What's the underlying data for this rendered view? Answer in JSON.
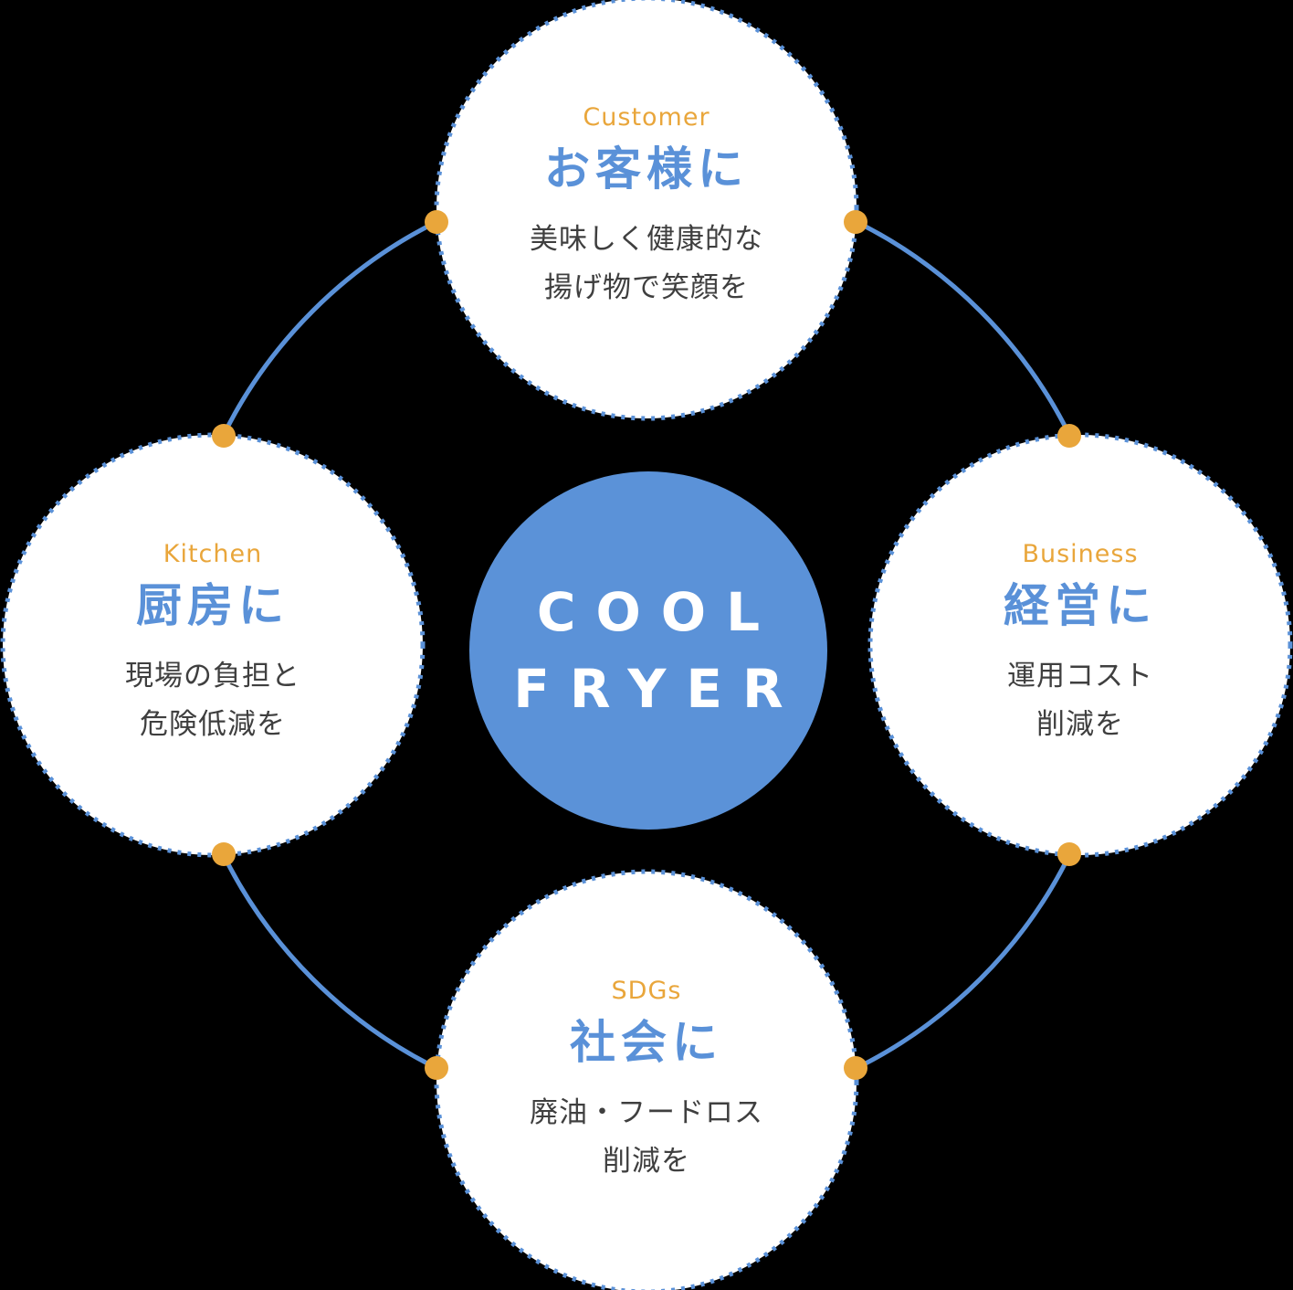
{
  "center": {
    "line1": "COOL",
    "line2": "FRYER"
  },
  "nodes": {
    "top": {
      "label": "Customer",
      "title": "お客様に",
      "body_line1": "美味しく健康的な",
      "body_line2": "揚げ物で笑顔を"
    },
    "right": {
      "label": "Business",
      "title": "経営に",
      "body_line1": "運用コスト",
      "body_line2": "削減を"
    },
    "left": {
      "label": "Kitchen",
      "title": "厨房に",
      "body_line1": "現場の負担と",
      "body_line2": "危険低減を"
    },
    "bottom": {
      "label": "SDGs",
      "title": "社会に",
      "body_line1": "廃油・フードロス",
      "body_line2": "削減を"
    }
  },
  "colors": {
    "blue": "#5a91d8",
    "accent_orange": "#e9a63b",
    "text_dark": "#3f3f3f",
    "circle_fill": "#ffffff",
    "center_fill": "#5b92d8",
    "background": "#000000"
  }
}
